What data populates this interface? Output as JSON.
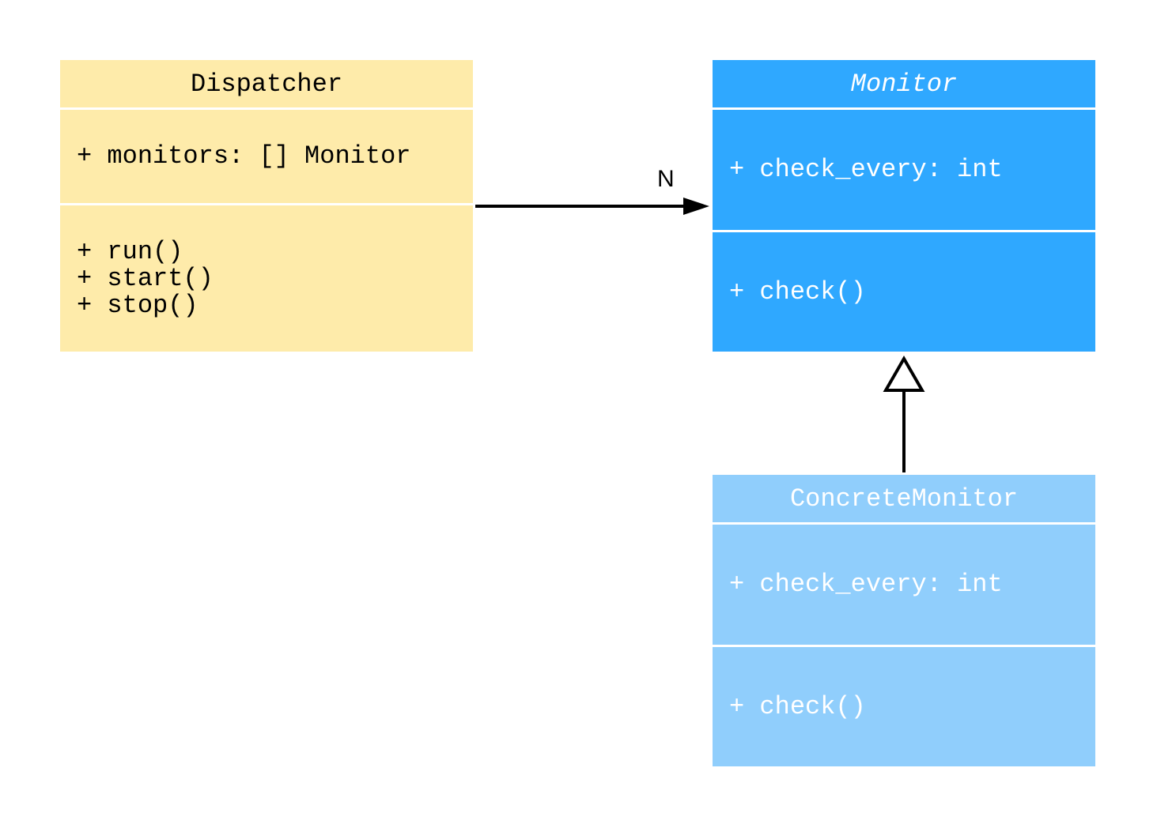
{
  "classes": {
    "dispatcher": {
      "name": "Dispatcher",
      "attributes": "+ monitors: [] Monitor",
      "methods": "+ run()\n+ start()\n+ stop()",
      "color": "#FEEBAA"
    },
    "monitor": {
      "name": "Monitor",
      "abstract": true,
      "attributes": "+ check_every: int",
      "methods": "+ check()",
      "color": "#2FA8FF"
    },
    "concrete_monitor": {
      "name": "ConcreteMonitor",
      "attributes": "+ check_every: int",
      "methods": "+ check()",
      "color": "#90CEFC"
    }
  },
  "relations": {
    "association": {
      "from": "Dispatcher",
      "to": "Monitor",
      "multiplicity": "N"
    },
    "inheritance": {
      "from": "ConcreteMonitor",
      "to": "Monitor"
    }
  }
}
